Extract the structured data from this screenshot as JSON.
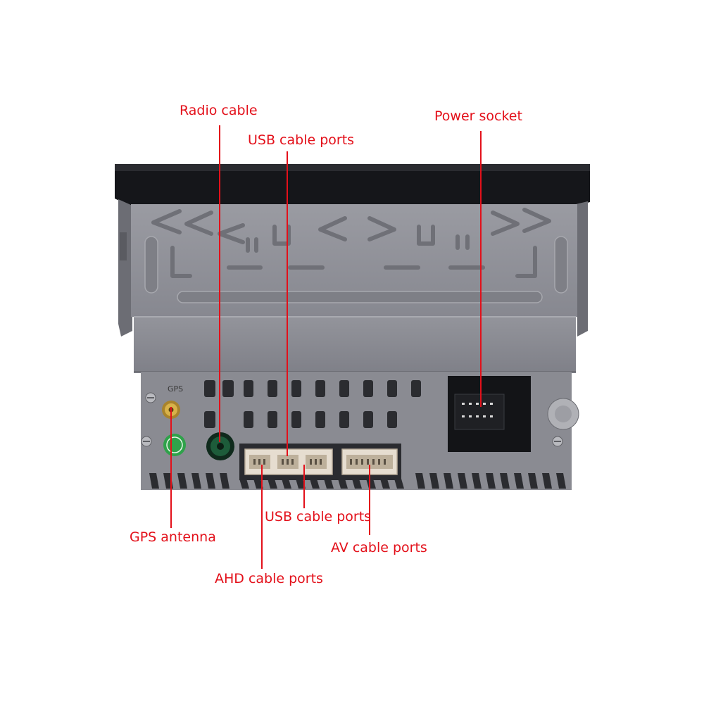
{
  "labels": {
    "radio_cable": "Radio cable",
    "usb_cable_ports_top": "USB cable ports",
    "power_socket": "Power socket",
    "gps_antenna": "GPS antenna",
    "usb_cable_ports_bottom": "USB cable ports",
    "av_cable_ports": "AV cable ports",
    "ahd_cable_ports": "AHD cable ports"
  },
  "device": {
    "gps_marking": "GPS"
  },
  "colors": {
    "label": "#e3101a",
    "leader_line": "#e3101a",
    "chassis": "#8e8f96",
    "top_panel": "#15161a",
    "connector": "#e6ddd0",
    "gps_connector": "#c9a13b",
    "radio_connector": "#1d5c3a"
  }
}
